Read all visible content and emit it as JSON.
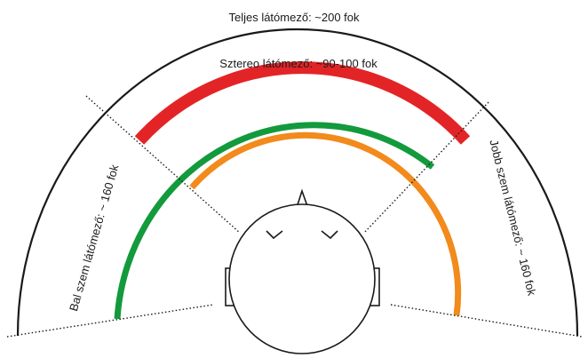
{
  "labels": {
    "total_field": "Teljes látómező: ~200 fok",
    "stereo_field": "Sztereo látómező: ~90-100 fok",
    "left_eye_field": "Bal szem látómező: ~ 160 fok",
    "right_eye_field": "Jobb szem látómező: ~ 160 fok"
  },
  "colors": {
    "stereo_arc": "#e32427",
    "left_eye_arc": "#139a3c",
    "right_eye_arc": "#f28a1c",
    "outline": "#1a1a1a"
  }
}
